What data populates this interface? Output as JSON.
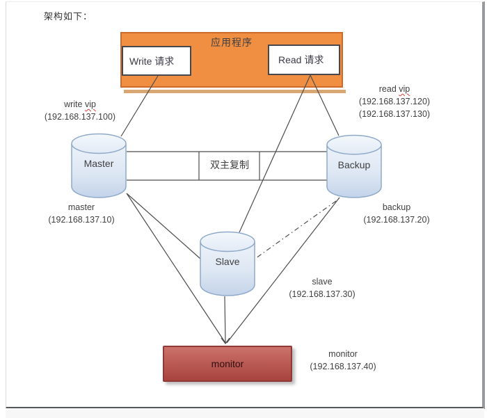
{
  "title": "架构如下：",
  "app": {
    "label": "应用程序",
    "write_request": "Write 请求",
    "read_request": "Read 请求"
  },
  "replication": {
    "label": "双主复制"
  },
  "nodes": {
    "master": {
      "label": "Master"
    },
    "backup": {
      "label": "Backup"
    },
    "slave": {
      "label": "Slave"
    },
    "monitor": {
      "label": "monitor"
    }
  },
  "annotations": {
    "write_vip": {
      "prefix": "write ",
      "flagged": "vip",
      "ip1": "(192.168.137.100)"
    },
    "read_vip": {
      "prefix": "read ",
      "flagged": "vip",
      "ip1": "(192.168.137.120)",
      "ip2": "(192.168.137.130)"
    },
    "master": {
      "name": "master",
      "ip1": "(192.168.137.10)"
    },
    "backup": {
      "name": "backup",
      "ip1": "(192.168.137.20)"
    },
    "slave": {
      "name": "slave",
      "ip1": "(192.168.137.30)"
    },
    "monitor": {
      "name": "monitor",
      "ip1": "(192.168.137.40)"
    }
  },
  "colors": {
    "app-fill": "#F08E42",
    "app-border": "#CE6A2C",
    "app-shadow": "#D8A672",
    "cyl-border": "#8FA9C9",
    "line": "#4D4D4D",
    "text": "#3F3F3F",
    "monitor-border": "#8E3B37",
    "monitor-light": "#CC716B",
    "monitor-dark": "#A8433E",
    "monitor-text": "#2F0F0D",
    "squiggle": "#E03C31",
    "page-edge-right": "#97999C",
    "page-edge-bottom": "#55585B"
  }
}
